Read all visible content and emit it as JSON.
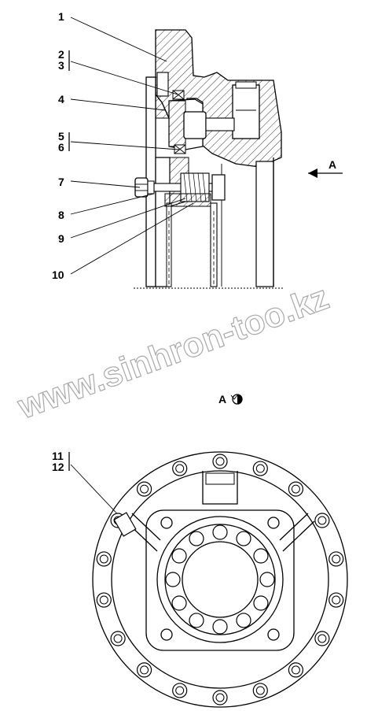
{
  "callouts": {
    "c1": "1",
    "c2": "2",
    "c3": "3",
    "c4": "4",
    "c5": "5",
    "c6": "6",
    "c7": "7",
    "c8": "8",
    "c9": "9",
    "c10": "10",
    "c11": "11",
    "c12": "12"
  },
  "section_arrow_label": "A",
  "view_label": "A",
  "watermark": "www.sinhron-too.kz",
  "colors": {
    "line": "#000000",
    "watermark_outline": "#9a9a9a"
  }
}
